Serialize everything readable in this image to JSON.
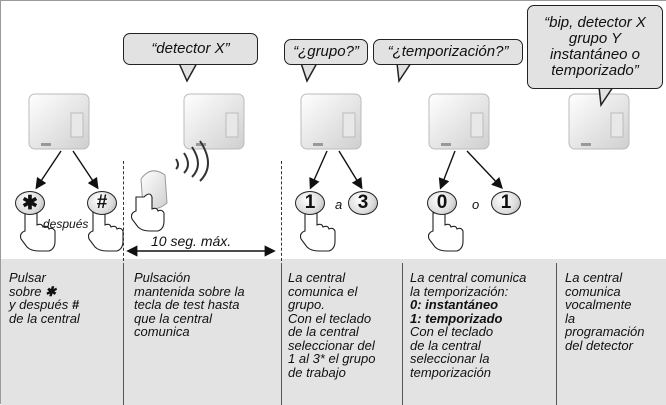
{
  "bubbles": {
    "b1": "“detector X”",
    "b2": "“¿grupo?”",
    "b3": "“¿temporización?”",
    "b4": "“bip, detector X grupo Y instantáneo o temporizado”"
  },
  "keys": {
    "star": "✱",
    "hash": "#",
    "one_a": "1",
    "three": "3",
    "zero": "0",
    "one_b": "1"
  },
  "connectors": {
    "despues": "después",
    "a": "a",
    "o": "o"
  },
  "duration_label": "10 seg. máx.",
  "steps": {
    "s1": {
      "l1": "Pulsar",
      "l2_pre": "sobre ",
      "l2_key": "✱",
      "l3_pre": "y después ",
      "l3_key": "#",
      "l4": "de la central"
    },
    "s2": {
      "l1": "Pulsación",
      "l2": "mantenida sobre la",
      "l3": "tecla de test hasta",
      "l4": "que la central",
      "l5": "comunica"
    },
    "s3": {
      "l1": "La central",
      "l2": "comunica el",
      "l3": "grupo.",
      "l4": "Con el teclado",
      "l5": "de la central",
      "l6": "seleccionar del",
      "l7": "1 al 3* el grupo",
      "l8": "de trabajo"
    },
    "s4": {
      "l1": "La central comunica",
      "l2": "la temporización:",
      "l3": "0: instantáneo",
      "l4": "1: temporizado",
      "l5": "Con el teclado",
      "l6": "de la central",
      "l7": "seleccionar la",
      "l8": "temporización"
    },
    "s5": {
      "l1": "La central",
      "l2": "comunica",
      "l3": "vocalmente",
      "l4": "la",
      "l5": "programación",
      "l6": "del detector"
    }
  }
}
